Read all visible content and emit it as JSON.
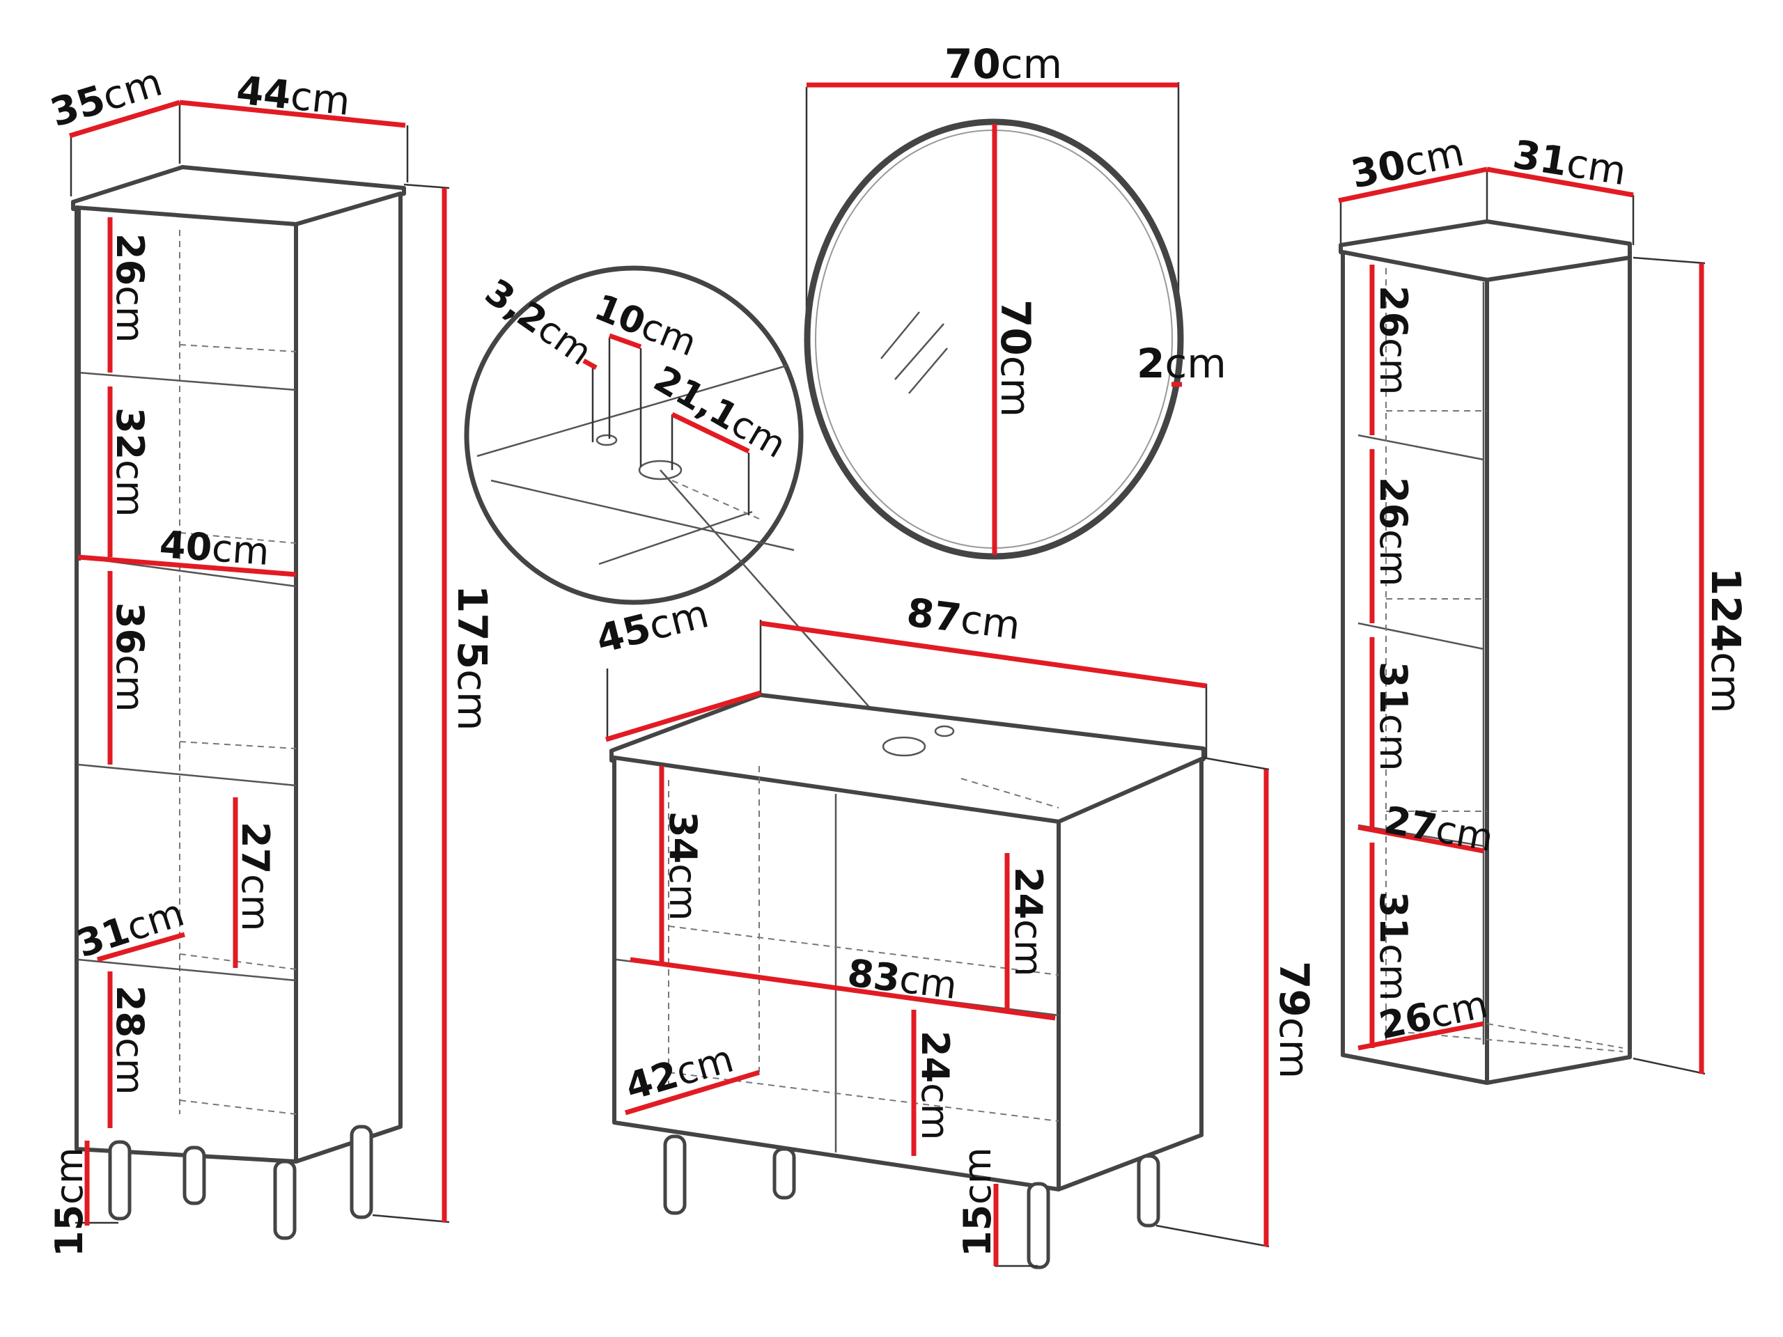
{
  "colors": {
    "dimension_line": "#e21b23",
    "outline": "#444444",
    "background": "#ffffff"
  },
  "unit": "cm",
  "tall_cabinet": {
    "depth": "35",
    "width": "44",
    "height": "175",
    "shelf_1": "26",
    "shelf_2": "32",
    "inner_width": "40",
    "shelf_3": "36",
    "shelf_4": "27",
    "inner_depth": "31",
    "shelf_5": "28",
    "legs": "15"
  },
  "detail": {
    "hole_small": "3,2",
    "hole_offset": "10",
    "hole_large": "21,1"
  },
  "mirror": {
    "width": "70",
    "height": "70",
    "thickness": "2"
  },
  "vanity": {
    "depth": "45",
    "width": "87",
    "height": "79",
    "inner_height": "34",
    "right_height": "24",
    "inner_width": "83",
    "inner_depth": "42",
    "lower_height": "24",
    "legs": "15"
  },
  "small_cabinet": {
    "depth": "30",
    "width": "31",
    "height": "124",
    "shelf_1": "26",
    "shelf_2": "26",
    "shelf_3": "31",
    "inner_width": "27",
    "shelf_4": "31",
    "inner_depth": "26"
  }
}
